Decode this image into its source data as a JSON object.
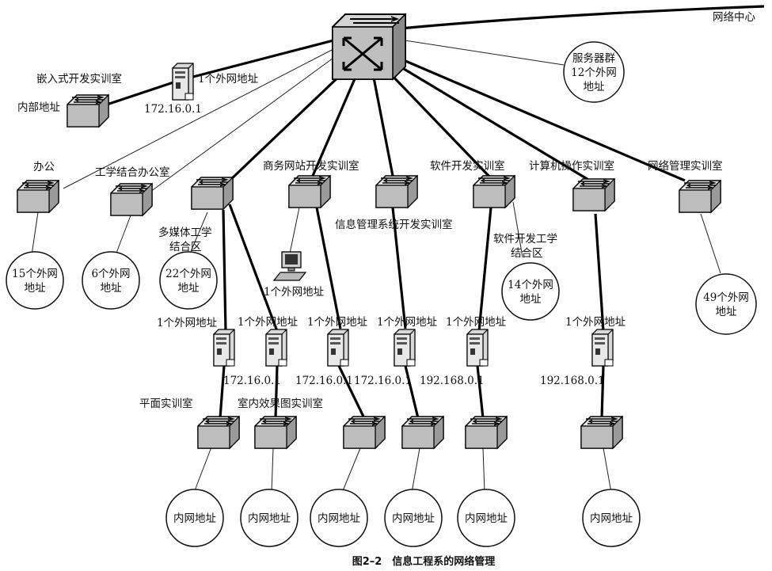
{
  "caption": "图2–2　信息工程系的网络管理",
  "labels": {
    "network_center": "网络中心",
    "server_group_1": "服务器群",
    "server_group_2": "12个外网",
    "server_group_3": "地址",
    "embedded_lab": "嵌入式开发实训室",
    "one_ext_top": "1个外网地址",
    "ip_embedded": "172.16.0.1",
    "internal_embedded": "内部地址",
    "office": "办公",
    "work_study_office": "工学结合办公室",
    "ecommerce_lab": "商务网站开发实训室",
    "software_lab": "软件开发实训室",
    "computer_lab": "计算机操作实训室",
    "netmgmt_lab": "网络管理实训室",
    "info_sys_lab": "信息管理系统开发实训室",
    "multimedia_1": "多媒体工学",
    "multimedia_2": "结合区",
    "software_ws_1": "软件开发工学",
    "software_ws_2": "结合区",
    "pc_ext": "1个外网地址",
    "c15_1": "15个外网",
    "c15_2": "地址",
    "c6_1": "6个外网",
    "c6_2": "地址",
    "c22_1": "22个外网",
    "c22_2": "地址",
    "c14_1": "14个外网",
    "c14_2": "地址",
    "c49_1": "49个外网",
    "c49_2": "地址",
    "ext_s1": "1个外网地址",
    "ext_s2": "1个外网地址",
    "ext_s3": "1个外网地址",
    "ext_s4": "1个外网地址",
    "ext_s5": "1个外网地址",
    "ext_s6": "1个外网地址",
    "ip_s1": "172.16.0.1",
    "ip_s3": "172.16.0.1",
    "ip_s4": "172.16.0.1",
    "ip_s5": "192.168.0.1",
    "ip_s6": "192.168.0.1",
    "flat_lab": "平面实训室",
    "interior_lab": "室内效果图实训室",
    "intranet": "内网地址"
  }
}
